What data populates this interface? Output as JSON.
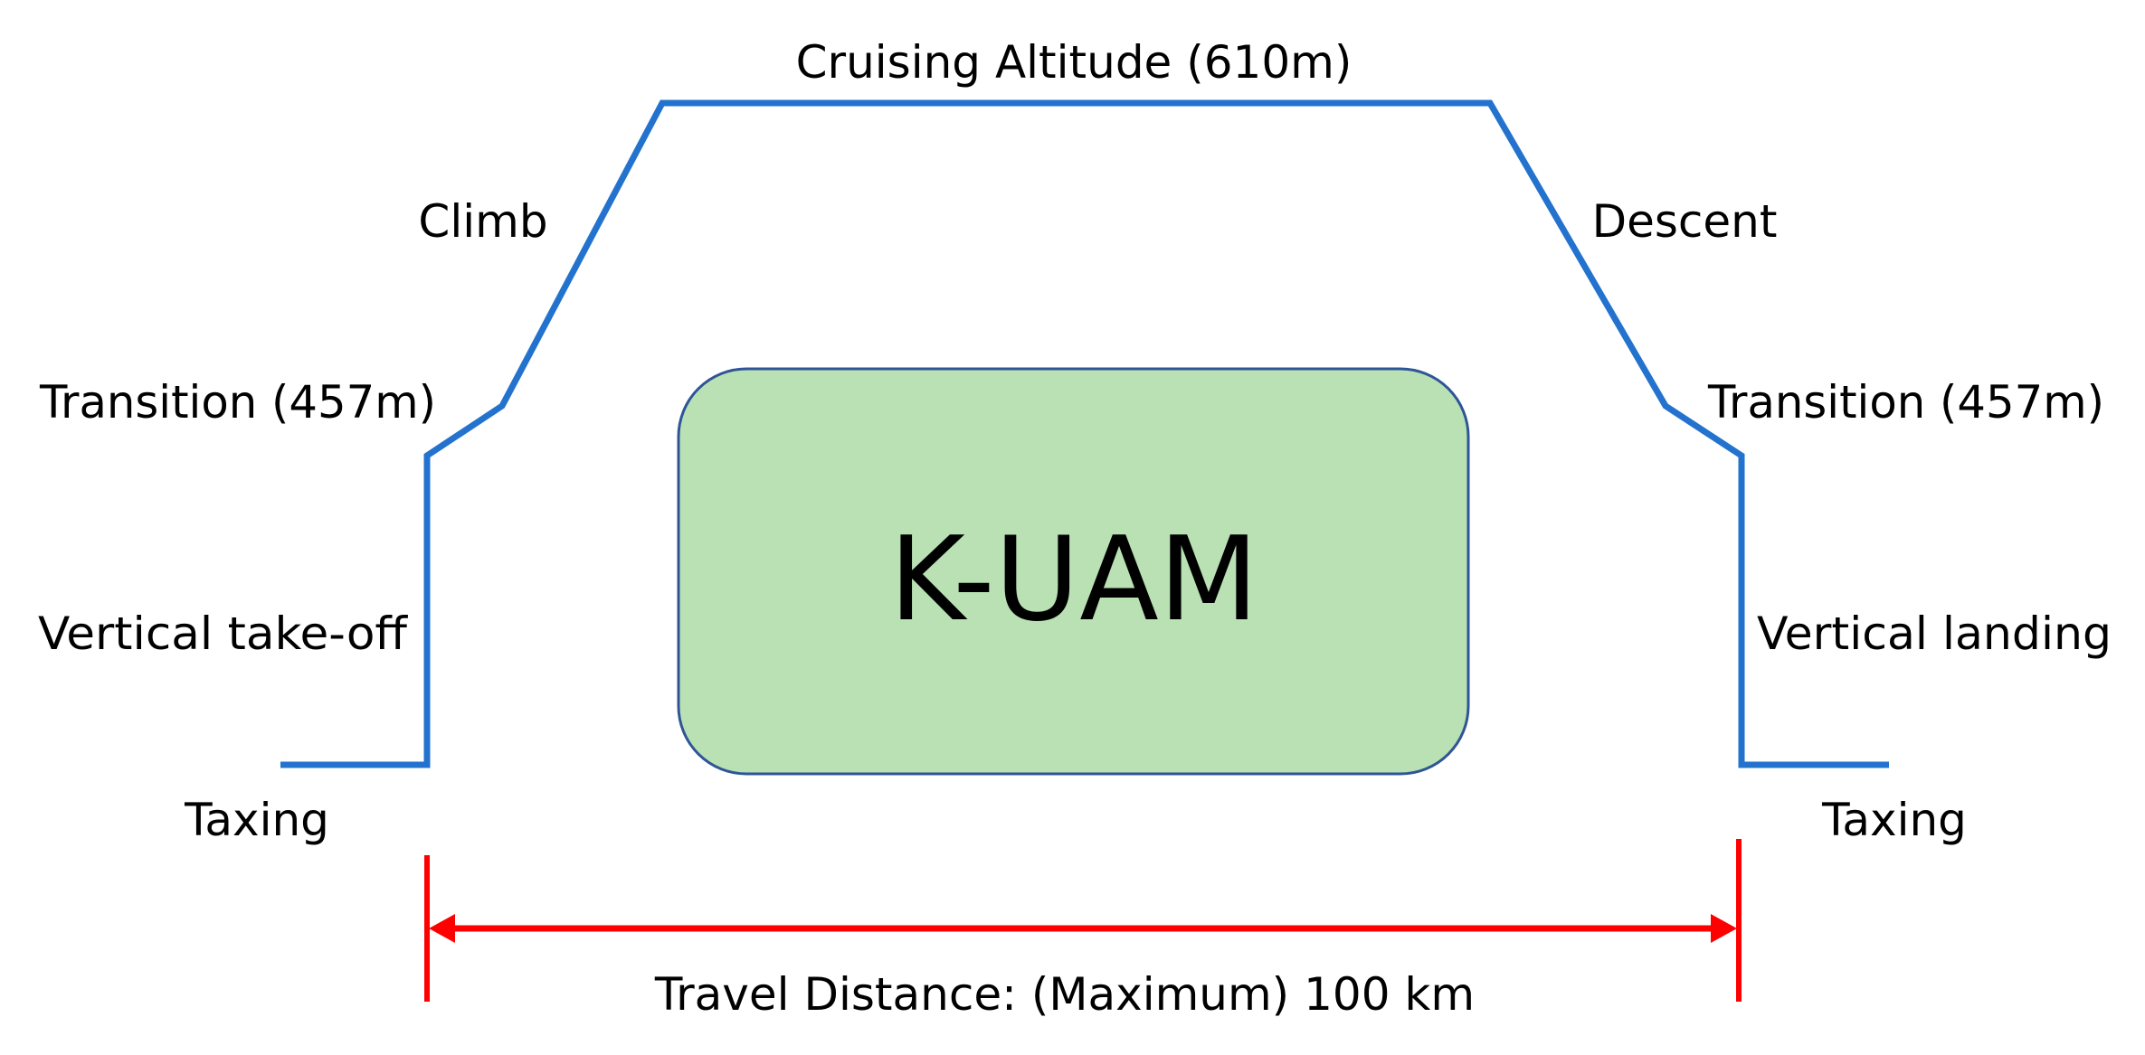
{
  "diagram": {
    "center_label": "K-UAM",
    "phases": {
      "cruise": "Cruising Altitude (610m)",
      "climb": "Climb",
      "descent": "Descent",
      "transition_left": "Transition (457m)",
      "transition_right": "Transition (457m)",
      "takeoff": "Vertical take-off",
      "landing": "Vertical landing",
      "taxi_left": "Taxing",
      "taxi_right": "Taxing"
    },
    "distance_label": "Travel Distance: (Maximum) 100 km"
  },
  "colors": {
    "flight_path": "#2373CE",
    "distance_marker": "#FF0000",
    "box_fill": "#B9E1B4",
    "box_stroke": "#2F5597",
    "text": "#000000"
  }
}
